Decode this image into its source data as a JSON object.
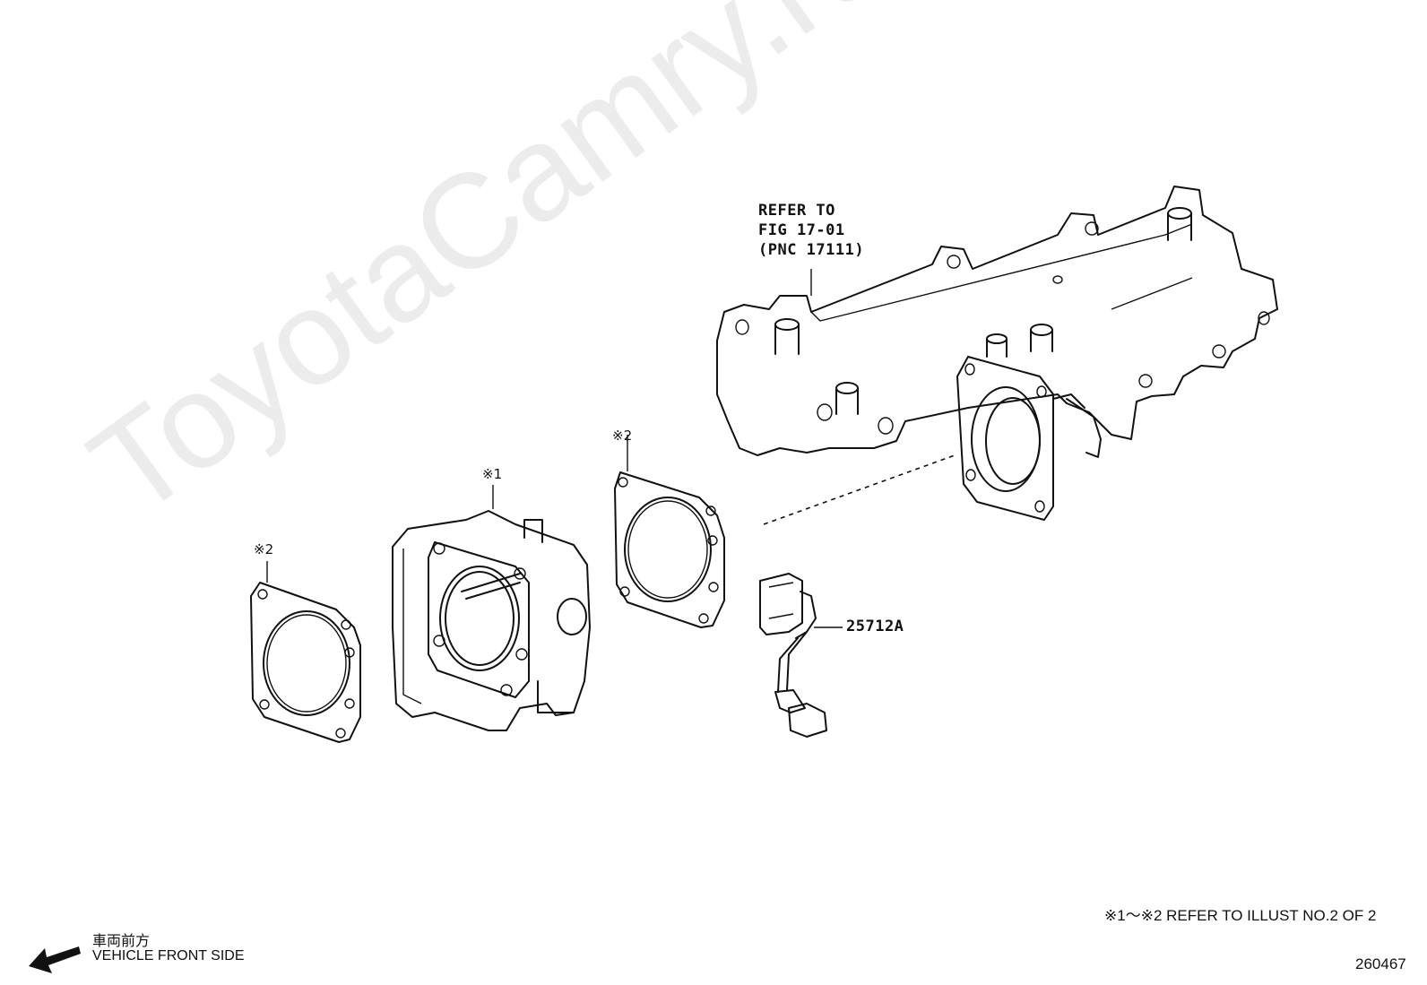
{
  "watermark": "ToyotaCamry.ru",
  "callouts": {
    "refer_line1": "REFER TO",
    "refer_line2": "FIG 17-01",
    "refer_line3": "(PNC 17111)",
    "mark_gasket_left": "※2",
    "mark_throttle_body": "※1",
    "mark_gasket_right": "※2",
    "part_wire": "25712A"
  },
  "footer": {
    "note": "※1～※2 REFER TO ILLUST NO.2 OF 2",
    "direction_jp": "車両前方",
    "direction_en": "VEHICLE FRONT SIDE",
    "illustration_number": "260467"
  },
  "icons": {
    "front_arrow": "arrow-left-icon"
  }
}
